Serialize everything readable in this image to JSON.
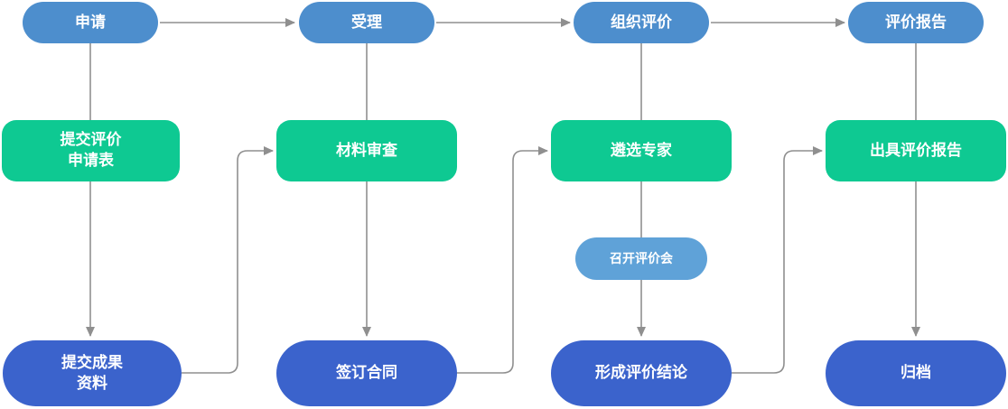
{
  "diagram": {
    "type": "flowchart",
    "columns": [
      {
        "stage": {
          "label": "申请"
        },
        "process": {
          "label": "提交评价\n申请表"
        },
        "output": {
          "label": "提交成果\n资料"
        }
      },
      {
        "stage": {
          "label": "受理"
        },
        "process": {
          "label": "材料审查"
        },
        "output": {
          "label": "签订合同"
        }
      },
      {
        "stage": {
          "label": "组织评价"
        },
        "process": {
          "label": "遴选专家"
        },
        "sub": {
          "label": "召开评价会"
        },
        "output": {
          "label": "形成评价结论"
        }
      },
      {
        "stage": {
          "label": "评价报告"
        },
        "process": {
          "label": "出具评价报告"
        },
        "output": {
          "label": "归档"
        }
      }
    ],
    "colors": {
      "stage_pill": "#4d8ecd",
      "process_box": "#0ec992",
      "output_pill": "#3b63cc",
      "sub_pill": "#5fa2d8",
      "connector": "#8f8f8f",
      "text": "#ffffff",
      "background": "#ffffff"
    }
  }
}
